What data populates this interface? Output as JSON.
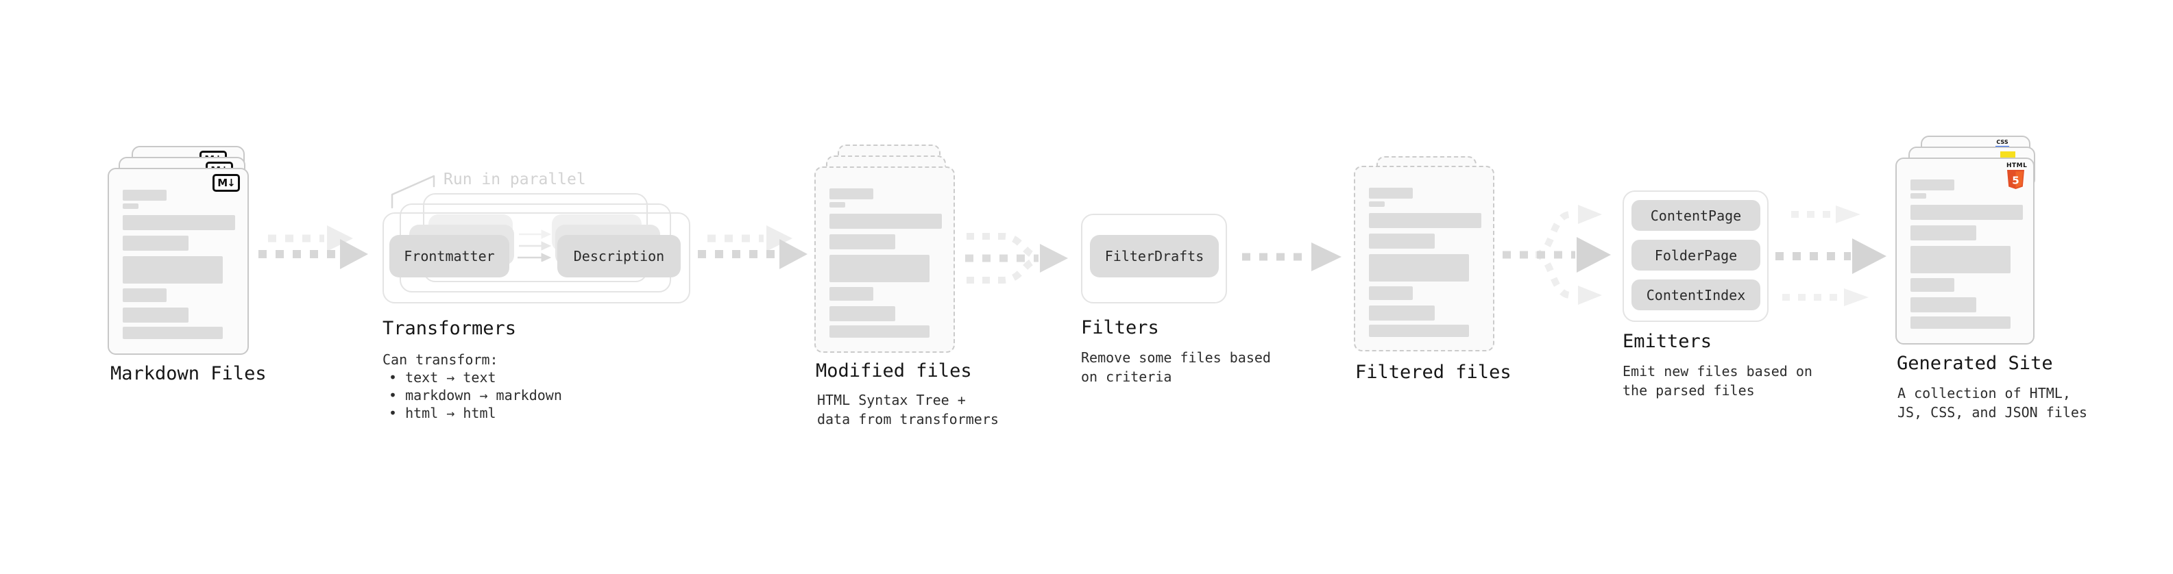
{
  "stages": {
    "markdown": {
      "label": "Markdown Files",
      "badge": "M↓"
    },
    "transformers": {
      "label": "Transformers",
      "annotation": "Run in parallel",
      "boxes": [
        "Frontmatter",
        "Description"
      ],
      "description": "Can transform:",
      "bullets": [
        "• text → text",
        "• markdown → markdown",
        "• html → html"
      ]
    },
    "modified": {
      "label": "Modified files",
      "description": [
        "HTML Syntax Tree +",
        "data from transformers"
      ]
    },
    "filters": {
      "label": "Filters",
      "boxes": [
        "FilterDrafts"
      ],
      "description": [
        "Remove some files based",
        "on criteria"
      ]
    },
    "filtered": {
      "label": "Filtered files"
    },
    "emitters": {
      "label": "Emitters",
      "boxes": [
        "ContentPage",
        "FolderPage",
        "ContentIndex"
      ],
      "description": [
        "Emit new files based on",
        "the parsed files"
      ]
    },
    "generated": {
      "label": "Generated Site",
      "description": [
        "A collection of HTML,",
        "JS, CSS, and JSON files"
      ],
      "badges": {
        "html5_text": "HTML",
        "html5_digit": "5",
        "css_text": "CSS"
      }
    }
  },
  "colors": {
    "html5_orange": "#e34f26",
    "html5_orange_light": "#f16529",
    "js_yellow": "#f7df1e",
    "css_blue": "#2965f1",
    "bar_gray": "#dcdcdc"
  }
}
